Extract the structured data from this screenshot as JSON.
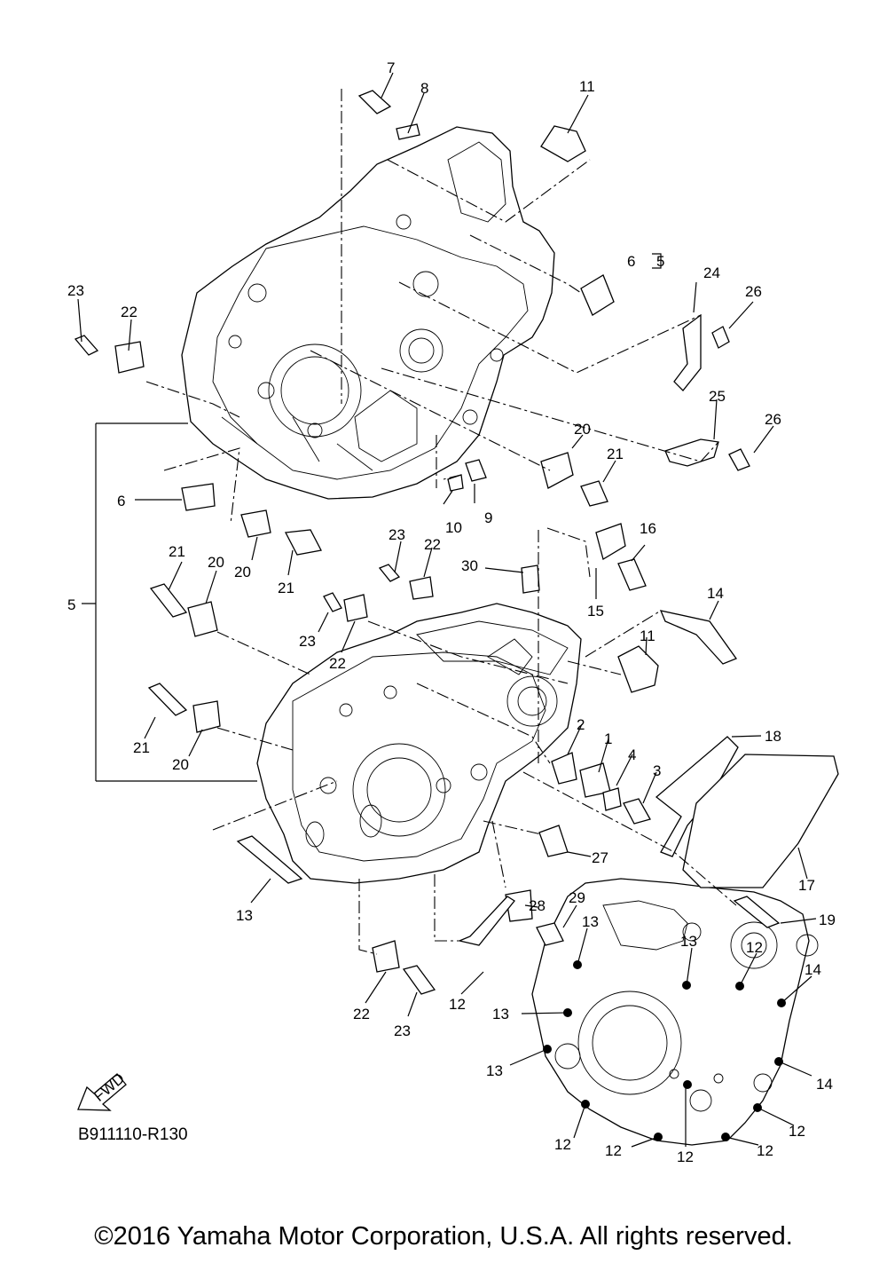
{
  "diagram": {
    "drawing_code": "B911110-R130",
    "copyright": "©2016 Yamaha Motor Corporation, U.S.A. All rights reserved.",
    "fwd_mark": "FWD",
    "group_bracket_label": "5",
    "callouts": [
      "7",
      "8",
      "11",
      "6",
      "5",
      "23",
      "22",
      "24",
      "26",
      "25",
      "26",
      "20",
      "21",
      "6",
      "10",
      "9",
      "5",
      "20",
      "21",
      "23",
      "22",
      "30",
      "16",
      "15",
      "21",
      "20",
      "23",
      "22",
      "14",
      "11",
      "2",
      "1",
      "4",
      "3",
      "18",
      "21",
      "20",
      "17",
      "27",
      "19",
      "28",
      "29",
      "13",
      "13",
      "12",
      "14",
      "13",
      "13",
      "14",
      "12",
      "12",
      "12",
      "12",
      "12",
      "13",
      "22",
      "23",
      "12"
    ]
  }
}
